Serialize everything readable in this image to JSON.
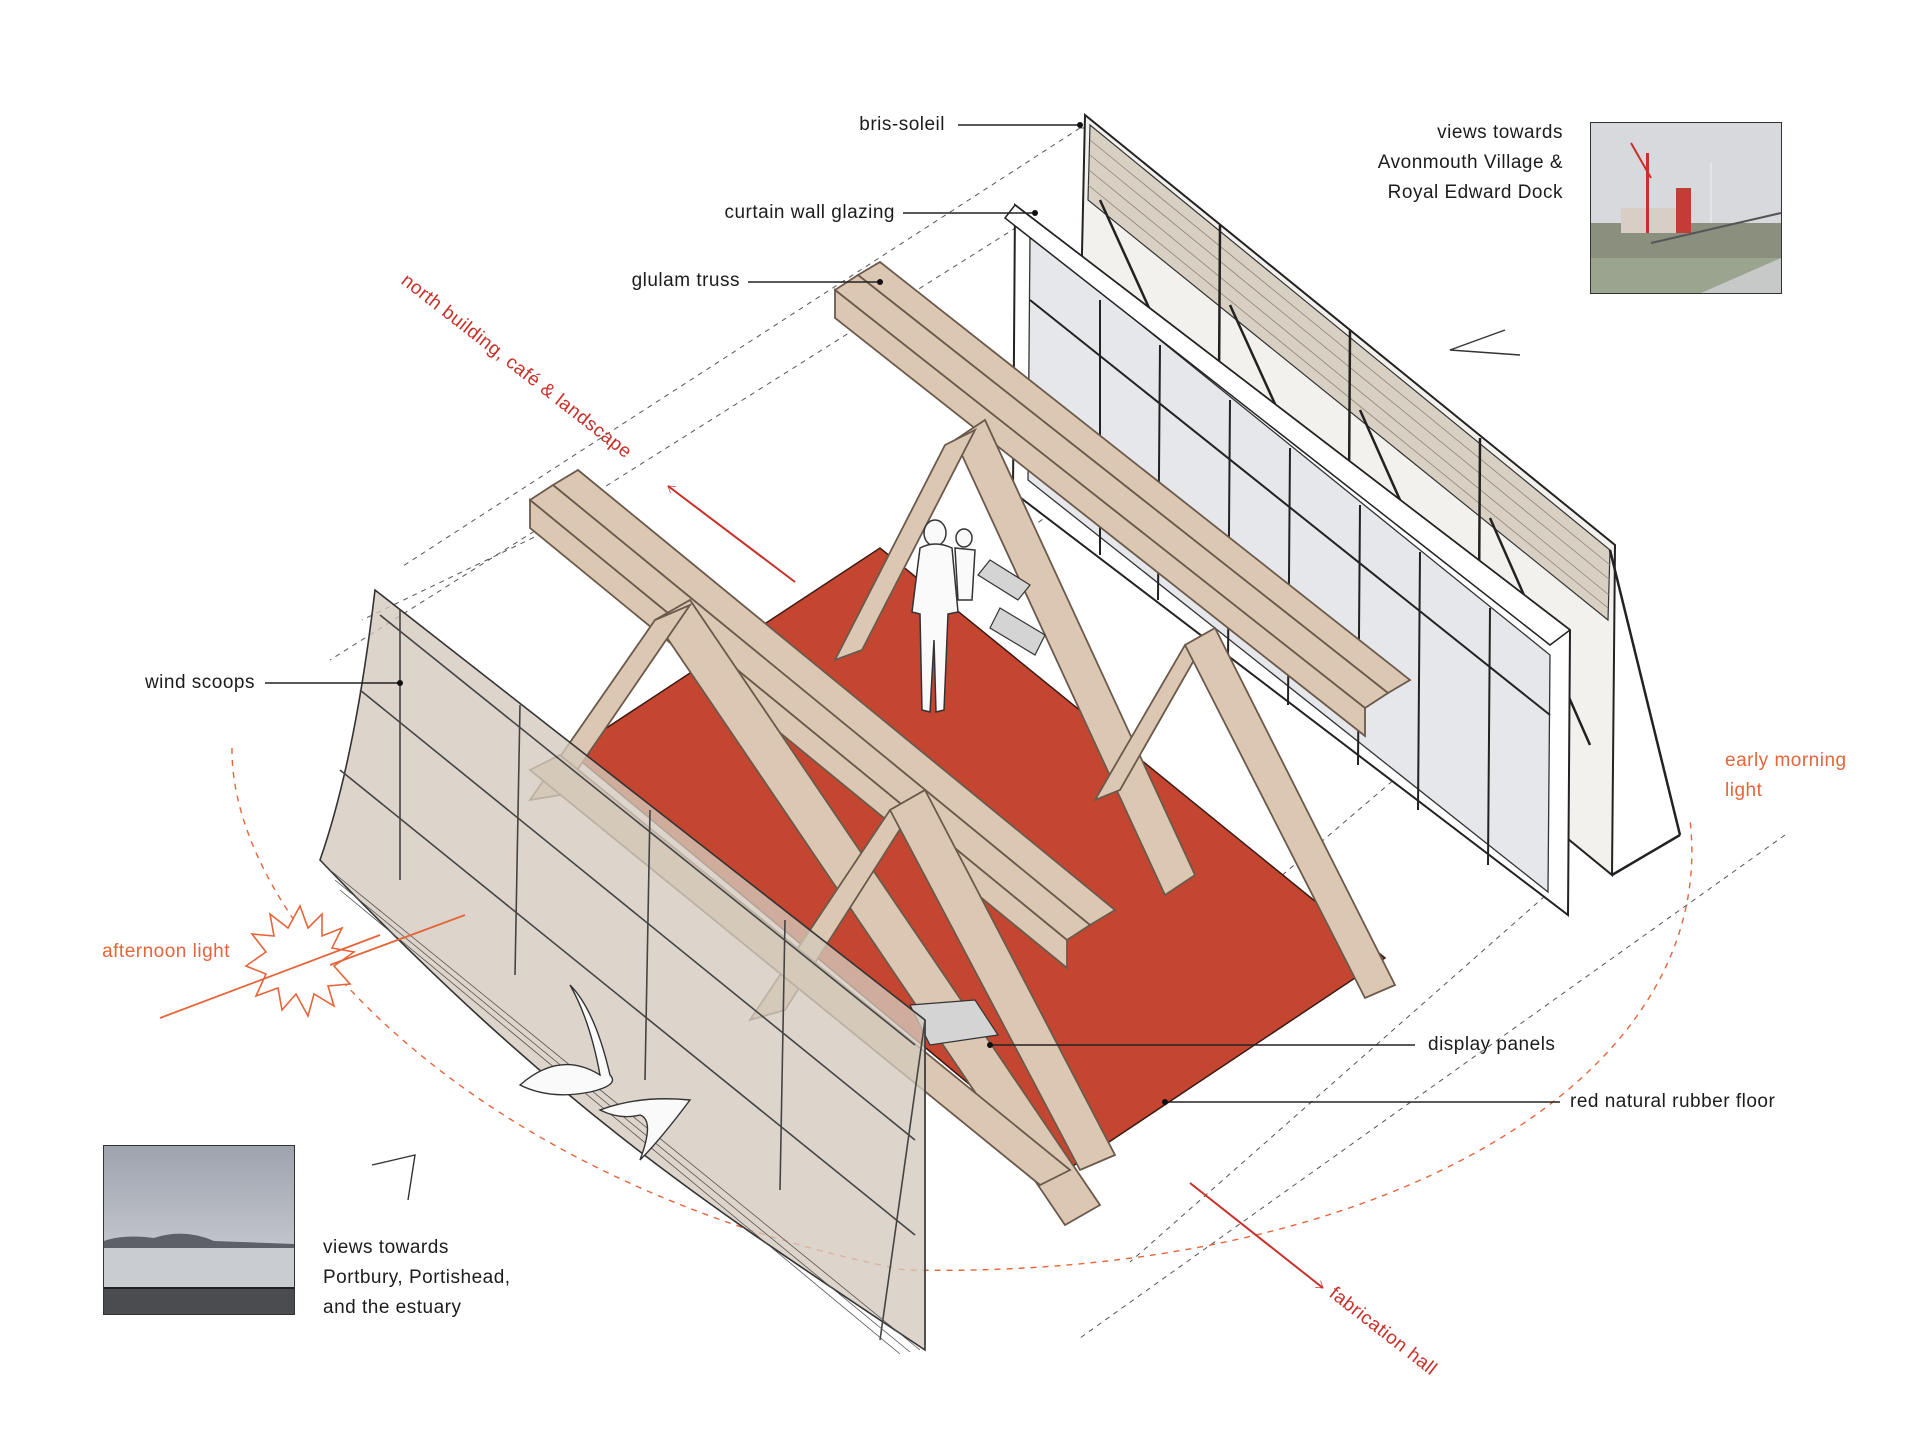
{
  "labels": {
    "bris_soleil": "bris-soleil",
    "curtain_wall": "curtain wall glazing",
    "glulam_truss": "glulam truss",
    "wind_scoops": "wind scoops",
    "display_panels": "display panels",
    "rubber_floor": "red natural rubber floor",
    "north_building": "north building, café & landscape",
    "fabrication_hall": "fabrication hall",
    "afternoon_light": "afternoon light",
    "early_morning_1": "early morning",
    "early_morning_2": "light",
    "views_ne": [
      "views towards",
      "Avonmouth Village &",
      "Royal Edward Dock"
    ],
    "views_sw": [
      "views towards",
      "Portbury, Portishead,",
      "and the estuary"
    ]
  },
  "icons": [
    "sun-icon",
    "view-eye-icon",
    "bird-icon",
    "person-icon"
  ],
  "colors": {
    "floor": "#c54630",
    "timber": "#dcc7b2",
    "timber_edge": "#6b5a4c",
    "accent_orange": "#e5653a",
    "accent_red": "#c8302a",
    "glass": "#e6e7ea",
    "scoop": "#d3c9bc"
  }
}
